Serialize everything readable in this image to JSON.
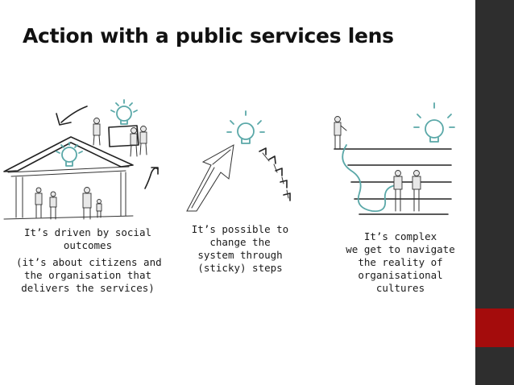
{
  "slide": {
    "title": "Action with a public services lens",
    "columns": [
      {
        "lines": [
          "It’s driven by social",
          "outcomes"
        ],
        "sub_lines": [
          "(it’s about citizens and",
          "the organisation that",
          "delivers the services)"
        ]
      },
      {
        "lines": [
          "It’s possible to",
          "change the",
          "system through",
          "(sticky) steps"
        ]
      },
      {
        "lines": [
          "It’s complex",
          "we get to navigate",
          "the reality of",
          "organisational",
          "cultures"
        ]
      }
    ]
  },
  "icons": [
    "lightbulb-icon",
    "arrow-icon",
    "building-icon",
    "stairs-icon",
    "people-icon"
  ],
  "colors": {
    "sidebar": "#2e2e2e",
    "accent": "#a40c0c",
    "sketch_teal": "#5aa8a8"
  }
}
